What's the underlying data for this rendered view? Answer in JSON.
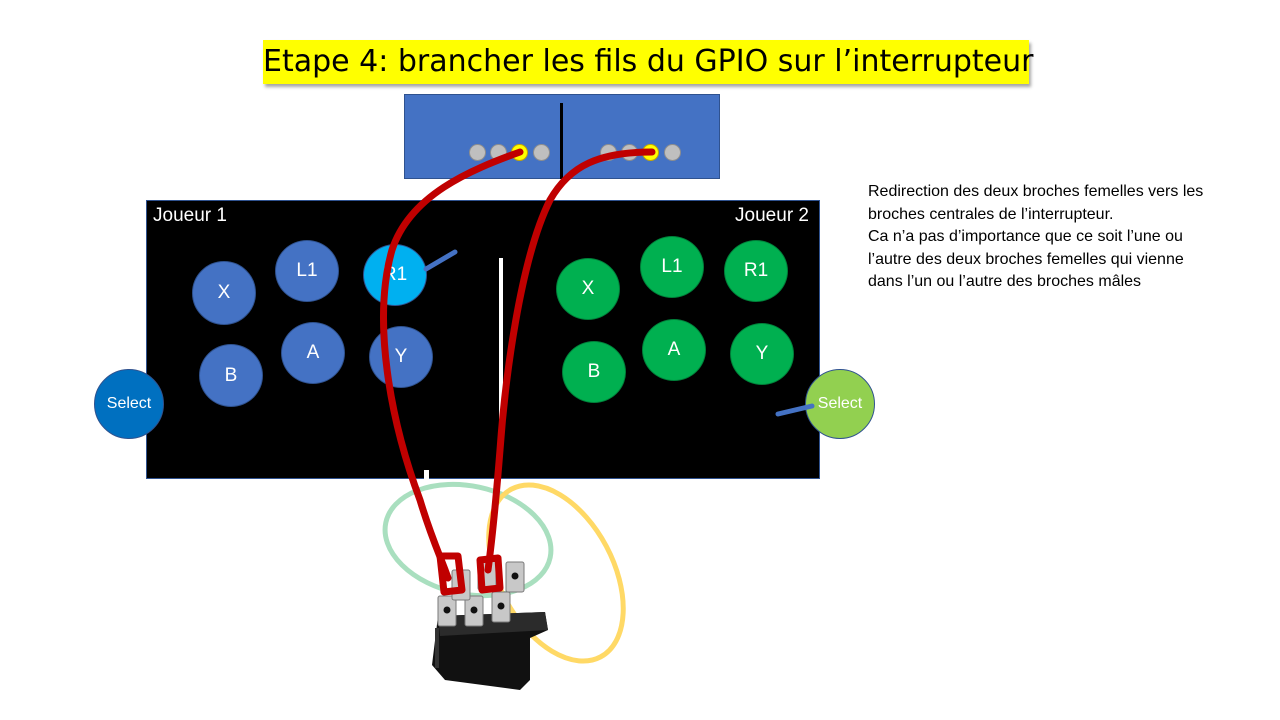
{
  "title": "Etape 4: brancher les fils du GPIO sur l’interrupteur",
  "player1": {
    "label": "Joueur 1",
    "buttons": {
      "x": "X",
      "l1": "L1",
      "r1": "R1",
      "b": "B",
      "a": "A",
      "y": "Y"
    },
    "select": "Select"
  },
  "player2": {
    "label": "Joueur 2",
    "buttons": {
      "x": "X",
      "l1": "L1",
      "r1": "R1",
      "b": "B",
      "a": "A",
      "y": "Y"
    },
    "select": "Select"
  },
  "note": {
    "line1": "Redirection des deux broches femelles vers les broches centrales de l’interrupteur.",
    "line2": "Ca n’a pas d’importance que ce soit l’une ou l’autre des deux broches femelles qui vienne dans l’un ou l’autre des broches mâles"
  },
  "colors": {
    "title_bg": "#ffff00",
    "gpio_board": "#4472c4",
    "player1_buttons": "#4472c4",
    "player1_r1": "#00b0f0",
    "player2_buttons": "#00b050",
    "select1": "#0070c0",
    "select2": "#92d050",
    "wire": "#c00000",
    "ring_green": "#a9dfbf",
    "ring_yellow": "#ffd966"
  },
  "icons": [
    "gpio-pin-header",
    "rocker-switch",
    "wire",
    "probe-wire"
  ]
}
